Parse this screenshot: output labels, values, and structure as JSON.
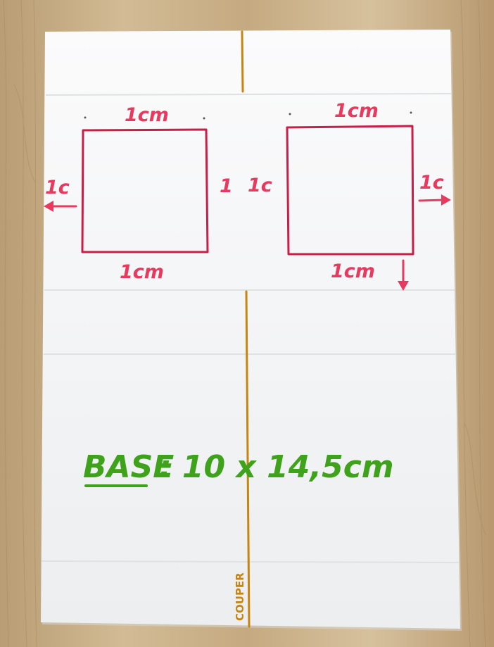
{
  "labels": {
    "left_square_top": "1cm",
    "left_square_bottom": "1cm",
    "left_square_left": "1c",
    "middle_small": "1",
    "right_square_left": "1c",
    "right_square_top": "1cm",
    "right_square_right": "1c",
    "right_square_bottom": "1cm",
    "base_word": "BASE",
    "base_value": ": 10 x 14,5cm",
    "cut_label": "COUPER"
  },
  "colors": {
    "wood": "#c9b08a",
    "card": "#f5f6f7",
    "pink_ink": "#e8395f",
    "square_stroke": "#c71f48",
    "green_ink": "#3ea31a",
    "orange_ink": "#c7850f"
  }
}
